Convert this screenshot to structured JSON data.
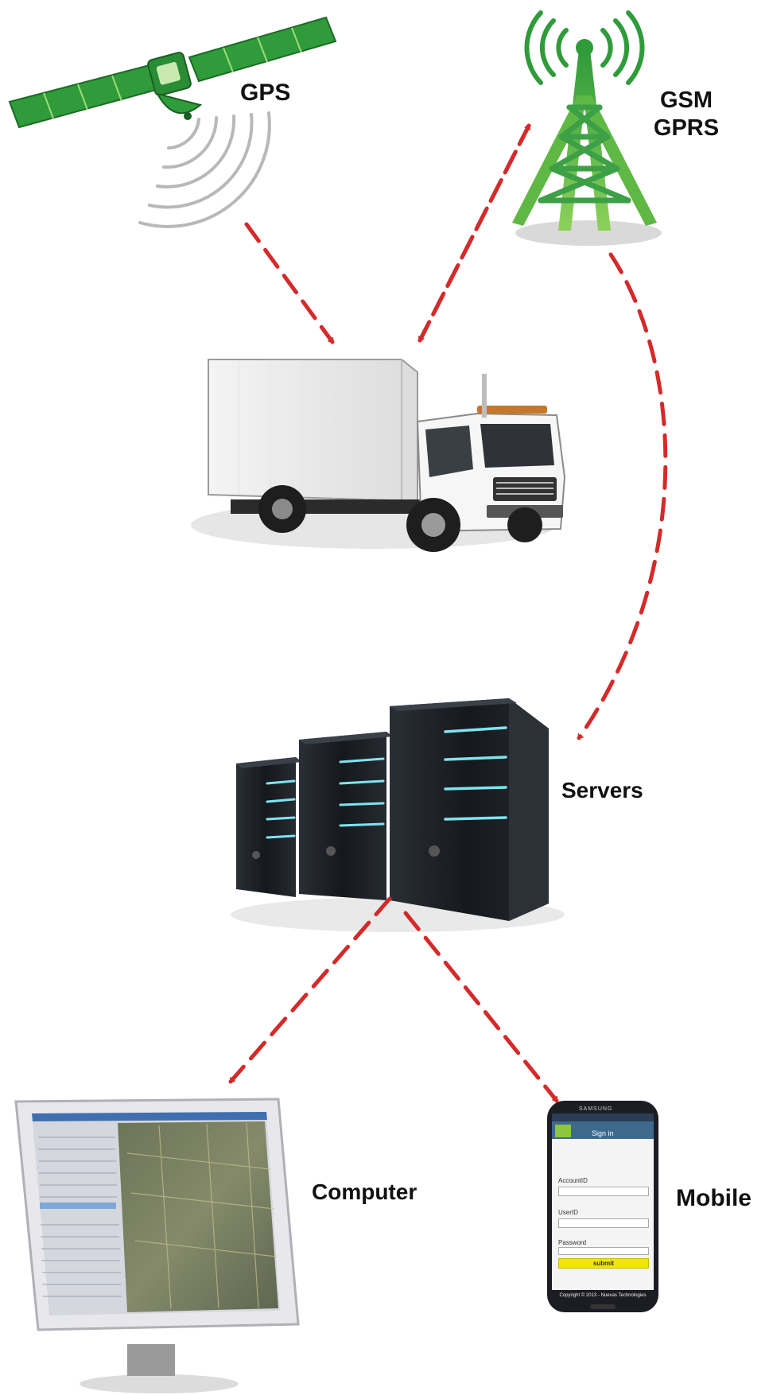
{
  "labels": {
    "gps": "GPS",
    "gsm_line1": "GSM",
    "gsm_line2": "GPRS",
    "servers": "Servers",
    "computer": "Computer",
    "mobile": "Mobile"
  },
  "phone": {
    "brand": "SAMSUNG",
    "sign_in": "Sign in",
    "account_label": "AccountID",
    "user_label": "UserID",
    "password_label": "Password",
    "submit_label": "submit",
    "footer": "Copyright © 2013 - Nuevas Technologies"
  },
  "colors": {
    "arrow": "#d42a2a",
    "green": "#2f9b3a",
    "light_green": "#7cc84a",
    "server_dark": "#1b1f24",
    "server_glow": "#7fe3f0"
  },
  "icons": [
    "satellite-icon",
    "cell-tower-icon",
    "truck-icon",
    "servers-icon",
    "computer-monitor-icon",
    "mobile-phone-icon"
  ]
}
